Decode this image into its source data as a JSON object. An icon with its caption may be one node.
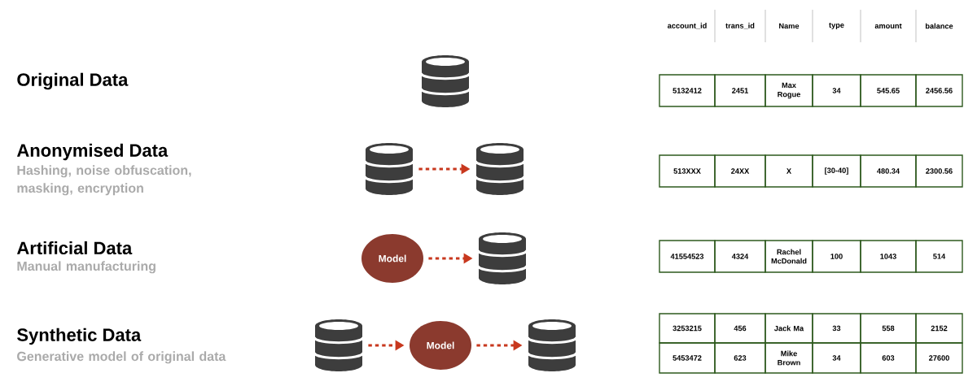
{
  "diagram": {
    "nodes": [
      {
        "text": [],
        "shape": "cylinder"
      },
      {
        "text": [],
        "shape": "cylinder"
      },
      {
        "text": [],
        "shape": "cylinder"
      },
      {
        "text": [
          "Model"
        ]
      },
      {
        "text": [],
        "shape": "cylinder"
      },
      {
        "text": [],
        "shape": "cylinder"
      },
      {
        "text": [
          "Model"
        ]
      },
      {
        "text": [],
        "shape": "cylinder"
      }
    ],
    "edges": [
      {
        "from": 1,
        "to": 2,
        "arrow": "to",
        "style": "dashed"
      },
      {
        "from": 3,
        "to": 4,
        "arrow": "to",
        "style": "dashed"
      },
      {
        "from": 5,
        "to": 6,
        "arrow": "to",
        "style": "dashed"
      },
      {
        "from": 6,
        "to": 7,
        "arrow": "to",
        "style": "dashed"
      }
    ],
    "labels": [
      "Original Data",
      "Anonymised Data",
      "Hashing, noise obfuscation, masking, encryption",
      "Artificial Data",
      "Manual manufacturing",
      "Synthetic Data",
      "Generative model of original data",
      "account_id",
      "trans_id",
      "Name",
      "type",
      "amount",
      "balance",
      "5132412",
      "2451",
      "Max Rogue",
      "34",
      "545.65",
      "2456.56",
      "513XXX",
      "24XX",
      "X",
      "[30-40]",
      "480.34",
      "2300.56",
      "41554523",
      "4324",
      "Rachel McDonald",
      "100",
      "1043",
      "514",
      "3253215",
      "456",
      "Jack Ma",
      "33",
      "558",
      "2152",
      "5453472",
      "623",
      "Mike Brown",
      "34",
      "603",
      "27600"
    ]
  }
}
